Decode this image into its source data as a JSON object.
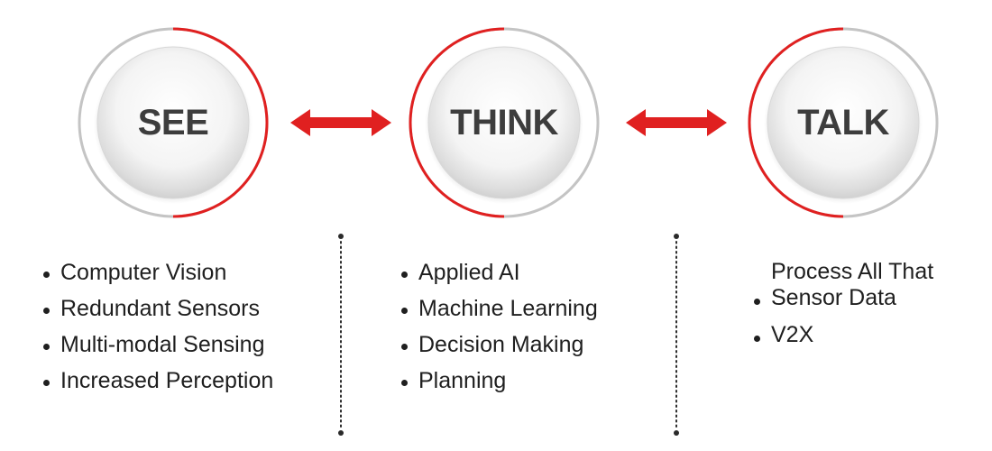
{
  "stages": [
    {
      "title": "SEE",
      "items": [
        "Computer Vision",
        "Redundant Sensors",
        "Multi-modal Sensing",
        "Increased Perception"
      ]
    },
    {
      "title": "THINK",
      "items": [
        "Applied AI",
        "Machine Learning",
        "Decision Making",
        "Planning"
      ]
    },
    {
      "title": "TALK",
      "items": [
        "Process All That Sensor Data",
        "V2X"
      ]
    }
  ],
  "colors": {
    "accent": "#e02020",
    "ring_gray": "#c4c4c4",
    "title_text": "#3d3d3d",
    "body_text": "#1f1f1f"
  },
  "icons": {
    "connector": "double-headed-arrow-icon",
    "separator": "dotted-line"
  }
}
